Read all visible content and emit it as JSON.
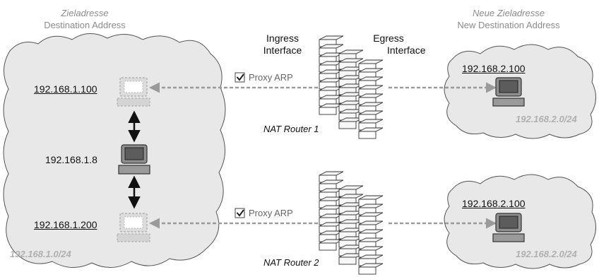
{
  "headers": {
    "left_de": "Zieladresse",
    "left_en": "Destination Address",
    "right_de": "Neue Zieladresse",
    "right_en": "New Destination Address"
  },
  "interfaces": {
    "ingress_line1": "Ingress",
    "ingress_line2": "Interface",
    "egress_line1": "Egress",
    "egress_line2": "Interface"
  },
  "left_network": {
    "host_top": "192.168.1.100",
    "host_mid": "192.168.1.8",
    "host_bottom": "192.168.1.200",
    "subnet": "192.168.1.0/24"
  },
  "right_top": {
    "host": "192.168.2.100",
    "subnet": "192.168.2.0/24"
  },
  "right_bottom": {
    "host": "192.168.2.100",
    "subnet": "192.168.2.0/24"
  },
  "routers": {
    "router1": "NAT Router 1",
    "router2": "NAT Router 2"
  },
  "proxy_label": "Proxy ARP",
  "colors": {
    "cloud_fill": "#e8e8e8",
    "cloud_stroke": "#555555",
    "dashed_line": "#9a9a9a",
    "ghost_host": "#b8b8b8",
    "muted_text": "#8c8c8c"
  }
}
